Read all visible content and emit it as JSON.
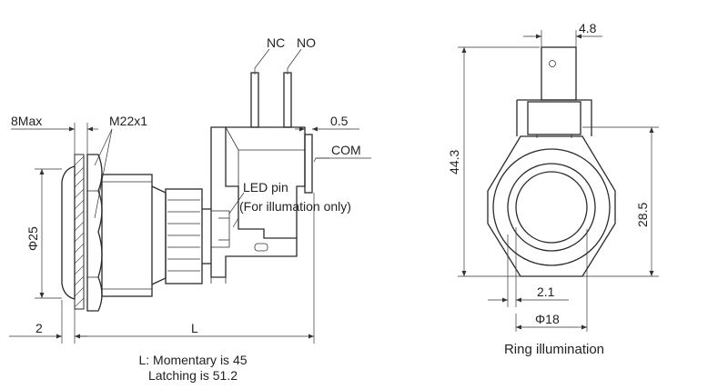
{
  "colors": {
    "line": "#2a2a2a",
    "text": "#222222",
    "background": "#ffffff"
  },
  "side_view": {
    "labels": {
      "nc": "NC",
      "no": "NO",
      "max_thickness": "8Max",
      "thread": "M22x1",
      "terminal_thickness": "0.5",
      "com": "COM",
      "led_pin": "LED pin",
      "led_pin_note": "(For illumation only)",
      "diameter": "Φ25",
      "flange": "2",
      "length": "L"
    },
    "note": {
      "line1": "L: Momentary is 45",
      "line2": "Latching is 51.2"
    }
  },
  "front_view": {
    "labels": {
      "terminal_width": "4.8",
      "total_height": "44.3",
      "hex_height": "28.5",
      "ring_width": "2.1",
      "inner_diameter": "Φ18"
    },
    "caption": "Ring illumination"
  }
}
